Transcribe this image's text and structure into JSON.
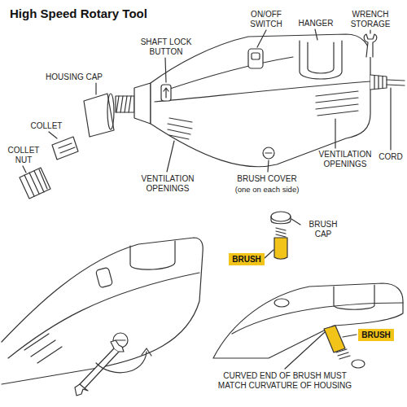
{
  "diagram": {
    "title": "High Speed Rotary Tool",
    "nodes": [
      {
        "text": [
          "BRUSH"
        ]
      },
      {
        "text": [
          "BRUSH"
        ]
      }
    ],
    "labels": [
      "ON/OFF SWITCH",
      "HANGER",
      "WRENCH STORAGE",
      "SHAFT LOCK BUTTON",
      "HOUSING CAP",
      "COLLET",
      "COLLET NUT",
      "CORD",
      "VENTILATION OPENINGS",
      "VENTILATION OPENINGS",
      "BRUSH COVER",
      "(one on each side)",
      "BRUSH CAP",
      "CURVED END OF BRUSH MUST MATCH CURVATURE OF HOUSING"
    ]
  }
}
